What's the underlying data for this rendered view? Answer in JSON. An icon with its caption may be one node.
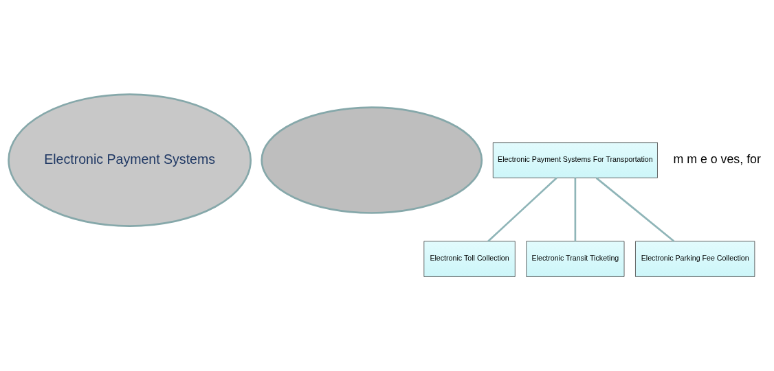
{
  "diagram": {
    "nodes": [
      {
        "text": [
          "Electronic Payment Systems"
        ]
      },
      {
        "text": [],
        "shape": "ellipse"
      },
      {
        "text": [
          "Electronic Payment Systems For Transportation"
        ]
      },
      {
        "text": [
          "Electronic Toll Collection"
        ]
      },
      {
        "text": [
          "Electronic Transit Ticketing"
        ]
      },
      {
        "text": [
          "Electronic Parking Fee Collection"
        ]
      }
    ],
    "edges": [
      {
        "from": 2,
        "to": 3,
        "arrow": "none"
      },
      {
        "from": 2,
        "to": 4,
        "arrow": "none"
      },
      {
        "from": 2,
        "to": 5,
        "arrow": "none"
      }
    ],
    "labels": [
      "m m e o ves, for"
    ]
  }
}
